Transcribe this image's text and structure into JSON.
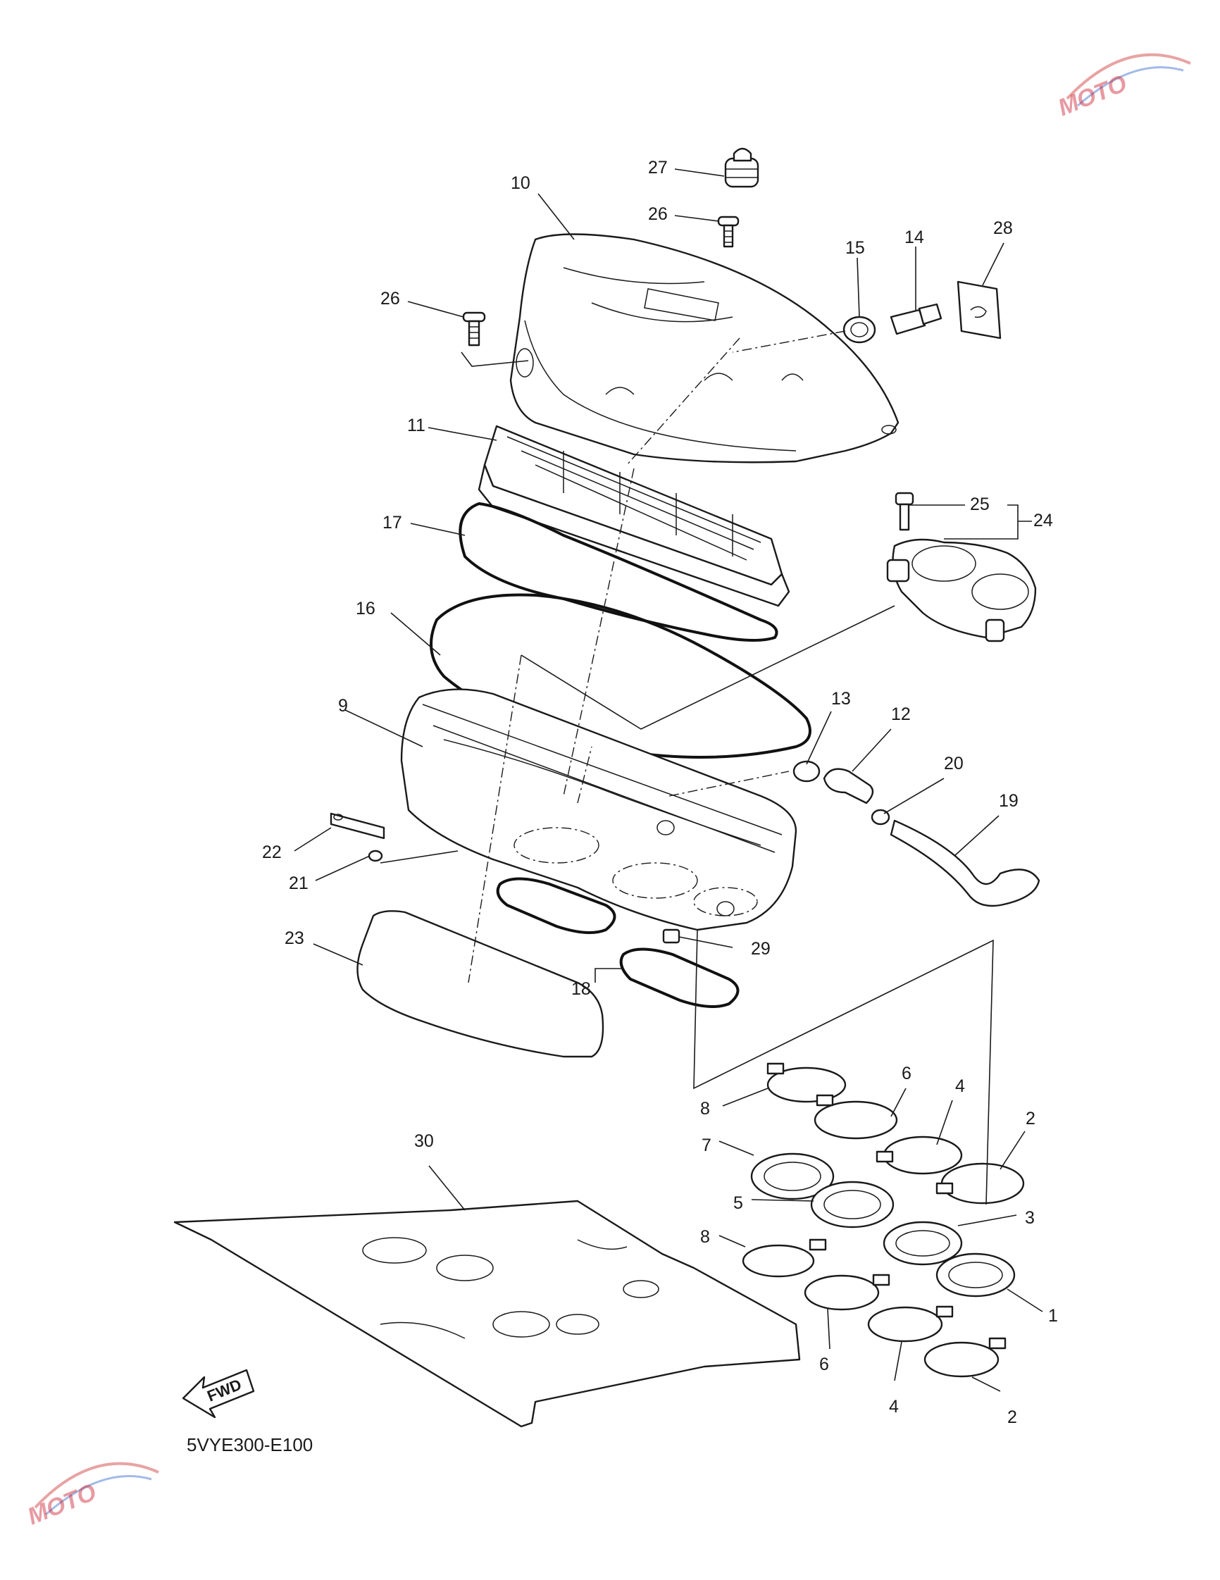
{
  "diagram": {
    "code": "5VYE300-E100",
    "fwd_label": "FWD",
    "watermark": "MOTO",
    "callouts": [
      {
        "id": "c27",
        "text": "27"
      },
      {
        "id": "c10",
        "text": "10"
      },
      {
        "id": "c26a",
        "text": "26"
      },
      {
        "id": "c26b",
        "text": "26"
      },
      {
        "id": "c15",
        "text": "15"
      },
      {
        "id": "c14",
        "text": "14"
      },
      {
        "id": "c28",
        "text": "28"
      },
      {
        "id": "c11",
        "text": "11"
      },
      {
        "id": "c25",
        "text": "25"
      },
      {
        "id": "c24",
        "text": "24"
      },
      {
        "id": "c17",
        "text": "17"
      },
      {
        "id": "c16",
        "text": "16"
      },
      {
        "id": "c13",
        "text": "13"
      },
      {
        "id": "c12",
        "text": "12"
      },
      {
        "id": "c9",
        "text": "9"
      },
      {
        "id": "c20",
        "text": "20"
      },
      {
        "id": "c19",
        "text": "19"
      },
      {
        "id": "c22",
        "text": "22"
      },
      {
        "id": "c21",
        "text": "21"
      },
      {
        "id": "c23",
        "text": "23"
      },
      {
        "id": "c29",
        "text": "29"
      },
      {
        "id": "c18",
        "text": "18"
      },
      {
        "id": "c6a",
        "text": "6"
      },
      {
        "id": "c4a",
        "text": "4"
      },
      {
        "id": "c8a",
        "text": "8"
      },
      {
        "id": "c2a",
        "text": "2"
      },
      {
        "id": "c7",
        "text": "7"
      },
      {
        "id": "c30",
        "text": "30"
      },
      {
        "id": "c5",
        "text": "5"
      },
      {
        "id": "c3",
        "text": "3"
      },
      {
        "id": "c8b",
        "text": "8"
      },
      {
        "id": "c1",
        "text": "1"
      },
      {
        "id": "c6b",
        "text": "6"
      },
      {
        "id": "c4b",
        "text": "4"
      },
      {
        "id": "c2b",
        "text": "2"
      }
    ]
  }
}
